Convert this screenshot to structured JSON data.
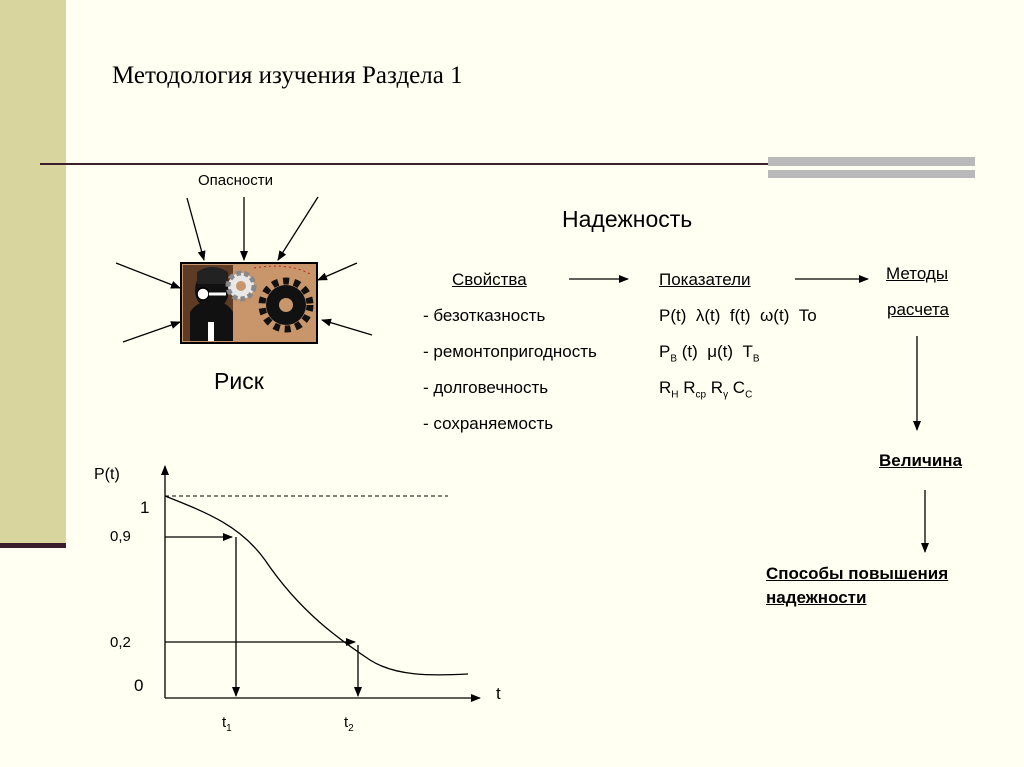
{
  "title": "Методология изучения Раздела 1",
  "hazards_label": "Опасности",
  "risk_label": "Риск",
  "reliability_label": "Надежность",
  "properties": {
    "heading": "Свойства",
    "items": [
      "- безотказность",
      "- ремонтопригодность",
      "- долговечность",
      "- сохраняемость"
    ]
  },
  "indicators": {
    "heading": "Показатели",
    "row1": "P(t)  λ(t)  f(t)  ω(t)  To",
    "row2_a": "P",
    "row2_a_sub": "В",
    "row2_b": " (t)  μ(t)  T",
    "row2_b_sub": "В",
    "row3_r1": "R",
    "row3_r1_sub": "Н",
    "row3_r2": " R",
    "row3_r2_sub": "ср",
    "row3_r3": " R",
    "row3_r3_sub": "γ",
    "row3_c": " C",
    "row3_c_sub": "С"
  },
  "methods": {
    "line1": "Методы",
    "line2": "расчета"
  },
  "magnitude_label": "Величина",
  "improvement": {
    "line1": "Способы повышения",
    "line2": "надежности"
  },
  "graph": {
    "y_axis_label": "P(t)",
    "x_axis_label": "t",
    "tick_1": "1",
    "tick_09": "0,9",
    "tick_02": "0,2",
    "tick_0": "0",
    "t1_base": "t",
    "t1_sub": "1",
    "t2_base": "t",
    "t2_sub": "2"
  },
  "colors": {
    "band": "#d8d59f",
    "rule": "#3b1e2c",
    "background": "#fffff2"
  }
}
